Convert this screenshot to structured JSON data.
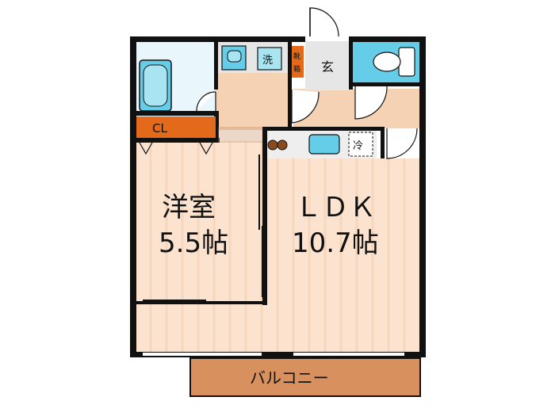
{
  "rooms": {
    "western_room": {
      "name": "洋室",
      "size": "5.5帖"
    },
    "ldk": {
      "name": "ＬＤＫ",
      "size": "10.7帖"
    },
    "closet": "CL",
    "entrance": "玄",
    "washing": "洗",
    "shoe_box": "靴箱",
    "fridge": "冷",
    "balcony": "バルコニー"
  },
  "colors": {
    "floor": "#fbe3cf",
    "floor_stripe": "#f6d7be",
    "hall_floor": "#f6d2b4",
    "closet": "#e26a1a",
    "bath_fixture": "#66cde8",
    "balcony": "#d8915e",
    "tile": "#e9f6fb",
    "gray": "#e6e6e6",
    "wall": "#111111"
  }
}
